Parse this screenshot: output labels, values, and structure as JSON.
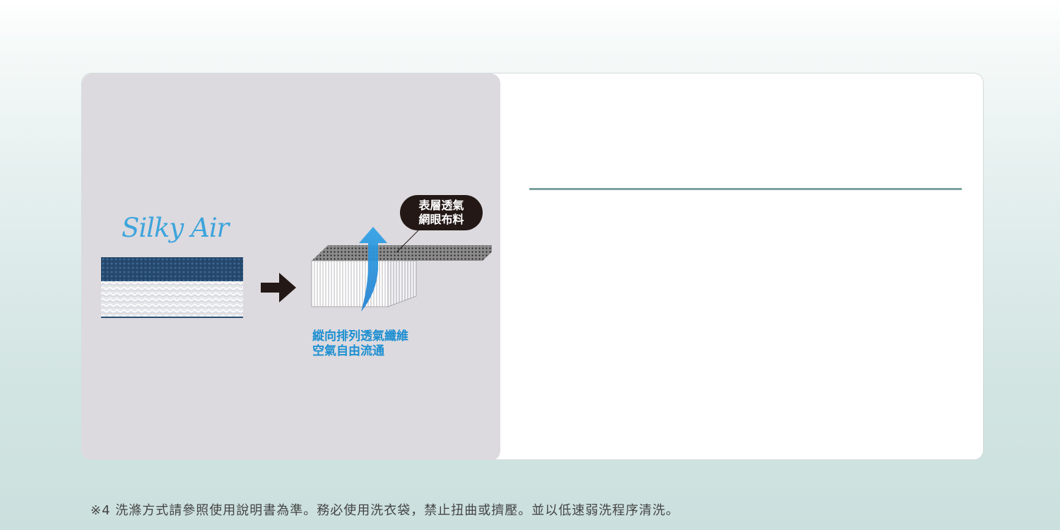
{
  "brand": {
    "name": "Silky Air"
  },
  "diagram": {
    "callout": "表層透氣\n網眼布料",
    "caption": "縱向排列透氣纖維\n空氣自由流通"
  },
  "colors": {
    "brand_blue": "#3da4dc",
    "caption_blue": "#1d8fd1",
    "panel_gray": "#dcdadf",
    "divider_teal": "#7aa39d",
    "callout_black": "#231815"
  },
  "footnote": "※4 洗滌方式請參照使用說明書為準。務必使用洗衣袋，禁止扭曲或擠壓。並以低速弱洗程序清洗。"
}
